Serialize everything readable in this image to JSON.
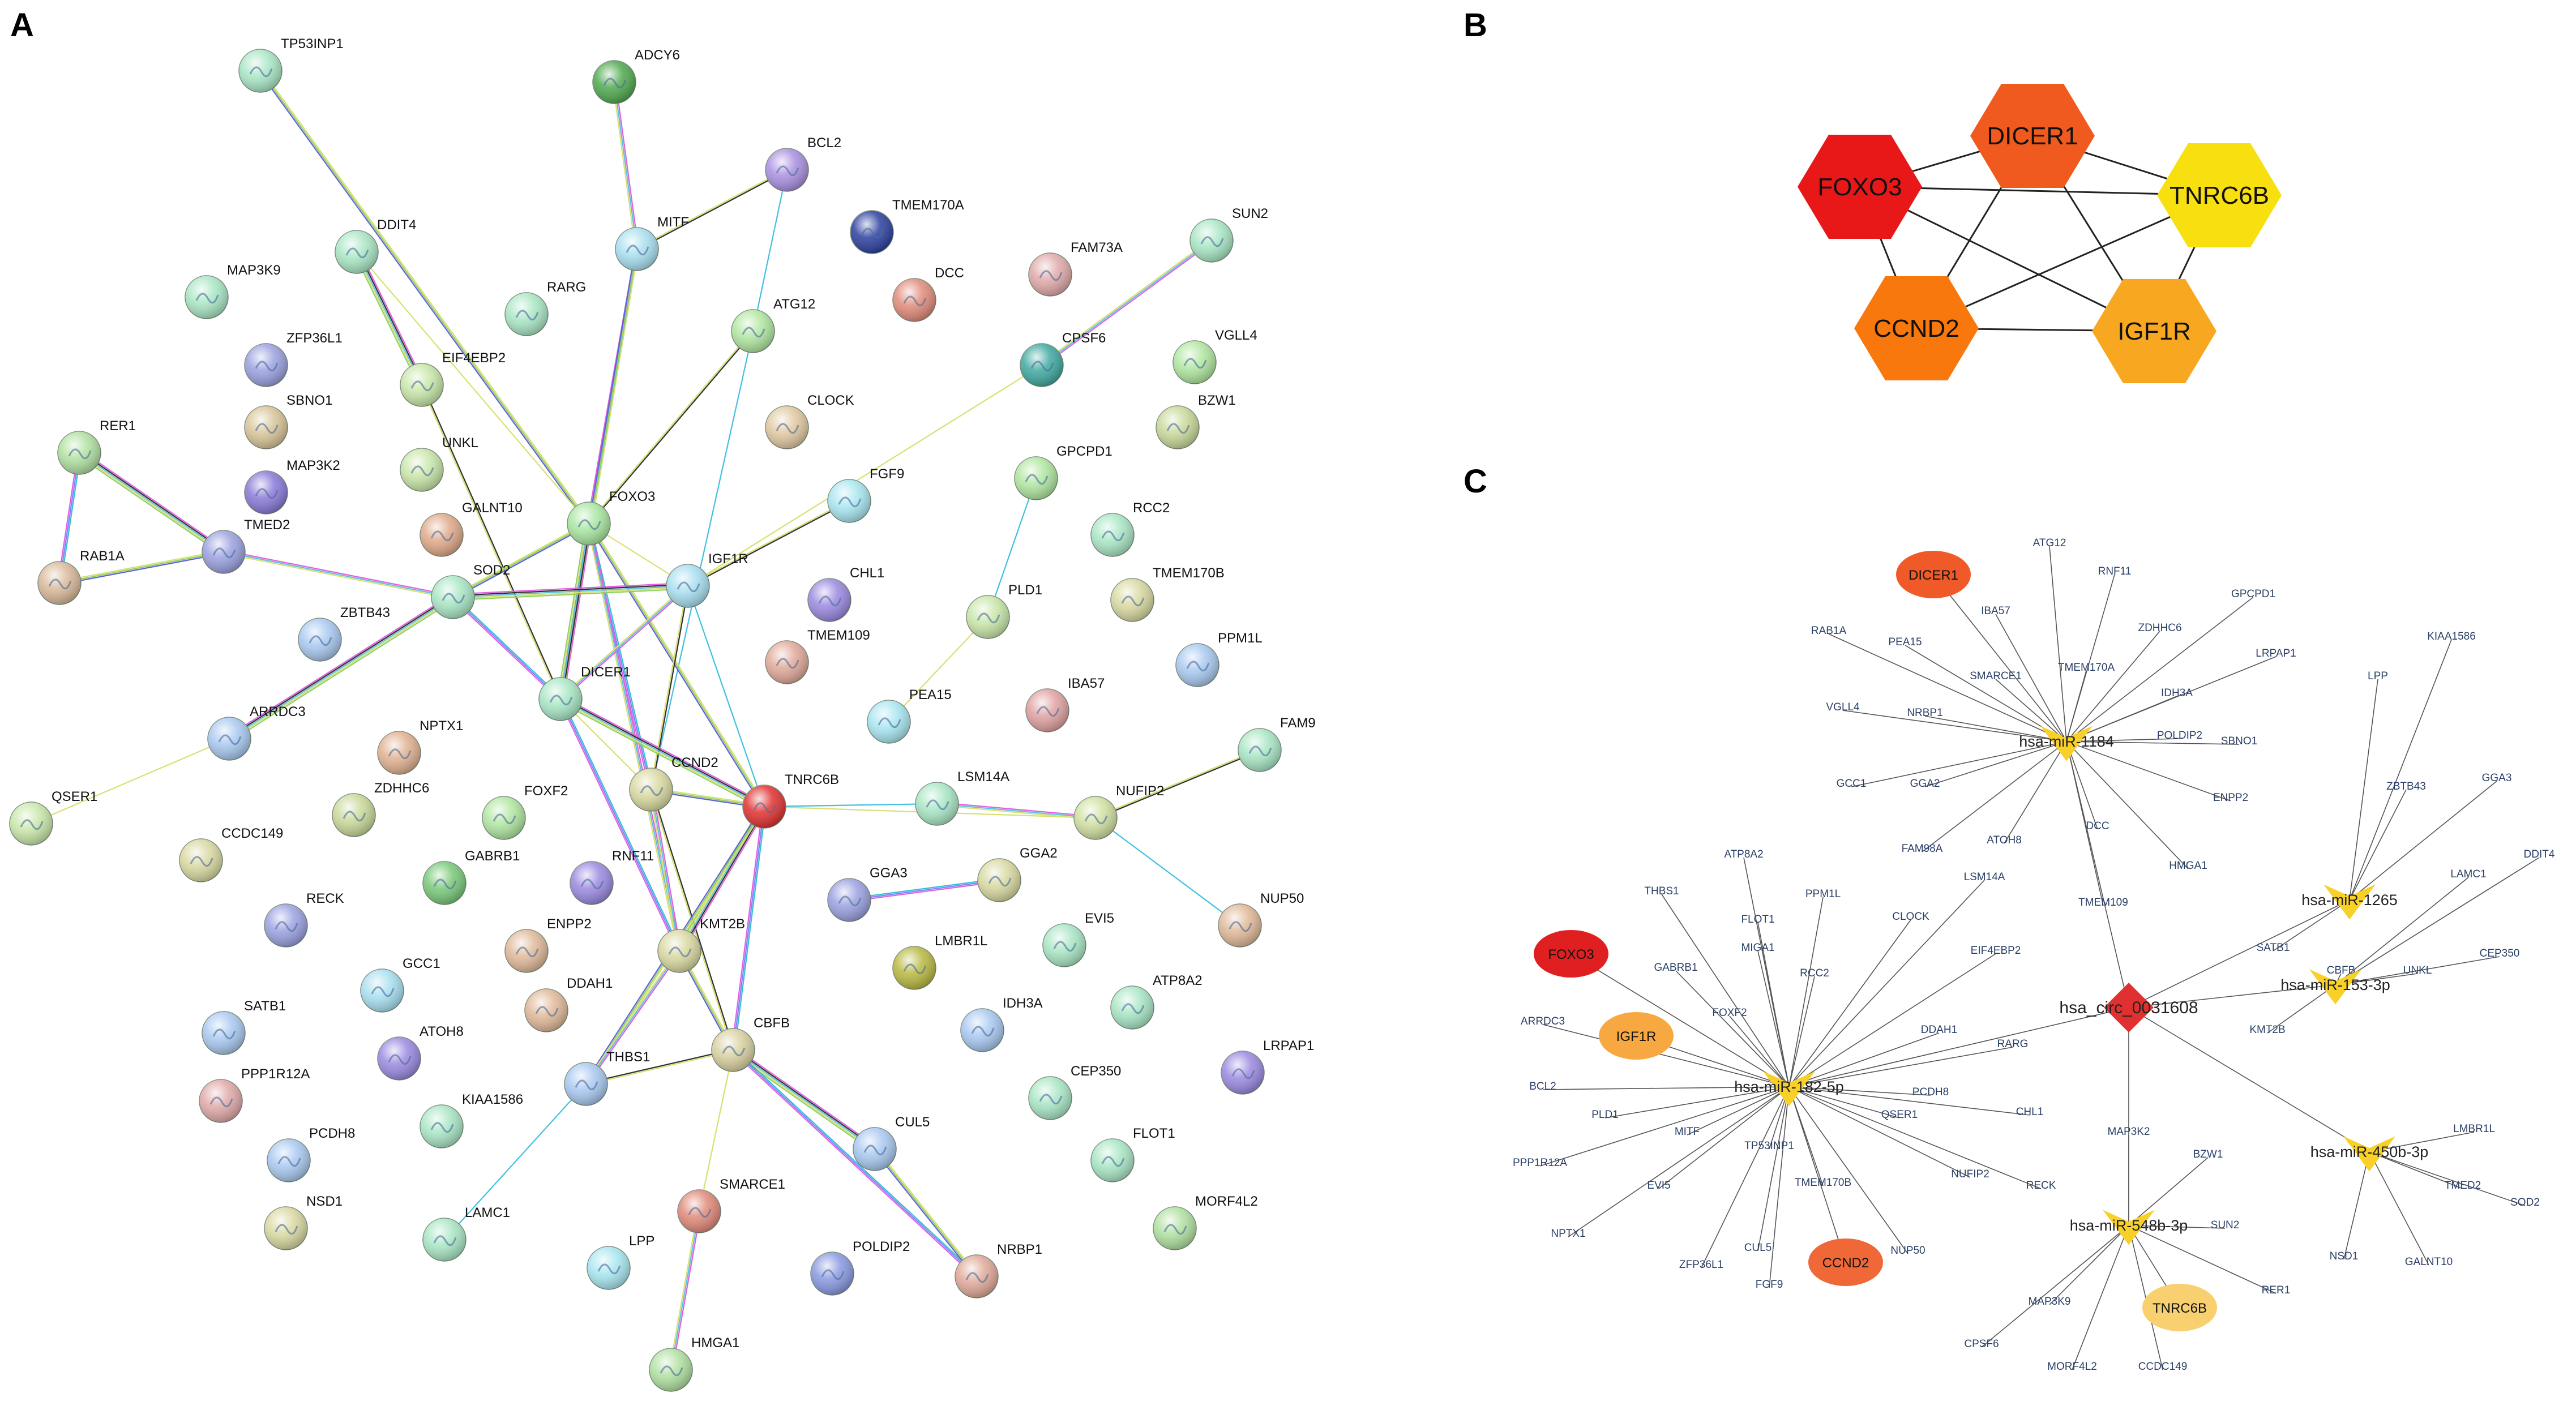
{
  "panels": {
    "a": {
      "letter": "A"
    },
    "b": {
      "letter": "B"
    },
    "c": {
      "letter": "C"
    }
  },
  "ppi_network": {
    "nodes": [
      {
        "id": "TP53INP1",
        "label": "TP53INP1",
        "color": "#a8e6c4"
      },
      {
        "id": "ADCY6",
        "label": "ADCY6",
        "color": "#4fa84f"
      },
      {
        "id": "BCL2",
        "label": "BCL2",
        "color": "#a98fe0"
      },
      {
        "id": "DDIT4",
        "label": "DDIT4",
        "color": "#a8e6c4"
      },
      {
        "id": "MITF",
        "label": "MITF",
        "color": "#a8dff0"
      },
      {
        "id": "TMEM170A",
        "label": "TMEM170A",
        "color": "#2b3f9e"
      },
      {
        "id": "SUN2",
        "label": "SUN2",
        "color": "#a8e6c4"
      },
      {
        "id": "MAP3K9",
        "label": "MAP3K9",
        "color": "#a8e6c4"
      },
      {
        "id": "RARG",
        "label": "RARG",
        "color": "#a8e6c4"
      },
      {
        "id": "DCC",
        "label": "DCC",
        "color": "#e08a7a"
      },
      {
        "id": "FAM73A",
        "label": "FAM73A",
        "color": "#e0a8a8"
      },
      {
        "id": "ZFP36L1",
        "label": "ZFP36L1",
        "color": "#9aa0e0"
      },
      {
        "id": "EIF4EBP2",
        "label": "EIF4EBP2",
        "color": "#c8e6a8"
      },
      {
        "id": "ATG12",
        "label": "ATG12",
        "color": "#b0e6a0"
      },
      {
        "id": "CPSF6",
        "label": "CPSF6",
        "color": "#3fa8a0"
      },
      {
        "id": "VGLL4",
        "label": "VGLL4",
        "color": "#b0e6a0"
      },
      {
        "id": "SBNO1",
        "label": "SBNO1",
        "color": "#d8c498"
      },
      {
        "id": "CLOCK",
        "label": "CLOCK",
        "color": "#e0c8a0"
      },
      {
        "id": "BZW1",
        "label": "BZW1",
        "color": "#c8d898"
      },
      {
        "id": "RER1",
        "label": "RER1",
        "color": "#b0e0a0"
      },
      {
        "id": "UNKL",
        "label": "UNKL",
        "color": "#c8e6a8"
      },
      {
        "id": "MAP3K2",
        "label": "MAP3K2",
        "color": "#8878d8"
      },
      {
        "id": "GPCPD1",
        "label": "GPCPD1",
        "color": "#b0e6a0"
      },
      {
        "id": "TMED2",
        "label": "TMED2",
        "color": "#9aa0e0"
      },
      {
        "id": "GALNT10",
        "label": "GALNT10",
        "color": "#e0a888"
      },
      {
        "id": "FOXO3",
        "label": "FOXO3",
        "color": "#a8e6a0"
      },
      {
        "id": "FGF9",
        "label": "FGF9",
        "color": "#a8e6f0"
      },
      {
        "id": "RCC2",
        "label": "RCC2",
        "color": "#a8e6c4"
      },
      {
        "id": "RAB1A",
        "label": "RAB1A",
        "color": "#d8b898"
      },
      {
        "id": "SOD2",
        "label": "SOD2",
        "color": "#a8e6c4"
      },
      {
        "id": "IGF1R",
        "label": "IGF1R",
        "color": "#a8dff0"
      },
      {
        "id": "CHL1",
        "label": "CHL1",
        "color": "#9a88e0"
      },
      {
        "id": "PLD1",
        "label": "PLD1",
        "color": "#c8e6a8"
      },
      {
        "id": "TMEM170B",
        "label": "TMEM170B",
        "color": "#d8d8a0"
      },
      {
        "id": "ZBTB43",
        "label": "ZBTB43",
        "color": "#a8c8f0"
      },
      {
        "id": "TMEM109",
        "label": "TMEM109",
        "color": "#e0a898"
      },
      {
        "id": "PPM1L",
        "label": "PPM1L",
        "color": "#a8c8f0"
      },
      {
        "id": "DICER1",
        "label": "DICER1",
        "color": "#a8e6c4"
      },
      {
        "id": "IBA57",
        "label": "IBA57",
        "color": "#e0a0a0"
      },
      {
        "id": "PEA15",
        "label": "PEA15",
        "color": "#a8e6f0"
      },
      {
        "id": "ARRDC3",
        "label": "ARRDC3",
        "color": "#a8c8f0"
      },
      {
        "id": "NPTX1",
        "label": "NPTX1",
        "color": "#e0b090"
      },
      {
        "id": "FAM9",
        "label": "FAM9",
        "color": "#a8e6c4"
      },
      {
        "id": "CCND2",
        "label": "CCND2",
        "color": "#d8d8a0"
      },
      {
        "id": "TNRC6B",
        "label": "TNRC6B",
        "color": "#e03030"
      },
      {
        "id": "LSM14A",
        "label": "LSM14A",
        "color": "#a8e6c4"
      },
      {
        "id": "NUFIP2",
        "label": "NUFIP2",
        "color": "#d0e0a0"
      },
      {
        "id": "QSER1",
        "label": "QSER1",
        "color": "#c8e6a8"
      },
      {
        "id": "FOXF2",
        "label": "FOXF2",
        "color": "#b0e6a0"
      },
      {
        "id": "ZDHHC6",
        "label": "ZDHHC6",
        "color": "#c8d898"
      },
      {
        "id": "CCDC149",
        "label": "CCDC149",
        "color": "#d8d8a0"
      },
      {
        "id": "GABRB1",
        "label": "GABRB1",
        "color": "#78c878"
      },
      {
        "id": "RNF11",
        "label": "RNF11",
        "color": "#9a88e0"
      },
      {
        "id": "GGA3",
        "label": "GGA3",
        "color": "#9aa0e0"
      },
      {
        "id": "GGA2",
        "label": "GGA2",
        "color": "#d8d8a0"
      },
      {
        "id": "NUP50",
        "label": "NUP50",
        "color": "#e0b898"
      },
      {
        "id": "RECK",
        "label": "RECK",
        "color": "#9aa0e0"
      },
      {
        "id": "ENPP2",
        "label": "ENPP2",
        "color": "#e0b898"
      },
      {
        "id": "KMT2B",
        "label": "KMT2B",
        "color": "#d8d8a0"
      },
      {
        "id": "LMBR1L",
        "label": "LMBR1L",
        "color": "#b8b840"
      },
      {
        "id": "EVI5",
        "label": "EVI5",
        "color": "#a8e6c4"
      },
      {
        "id": "GCC1",
        "label": "GCC1",
        "color": "#a8dff0"
      },
      {
        "id": "DDAH1",
        "label": "DDAH1",
        "color": "#e0b898"
      },
      {
        "id": "IDH3A",
        "label": "IDH3A",
        "color": "#a8c8f0"
      },
      {
        "id": "ATP8A2",
        "label": "ATP8A2",
        "color": "#a8e6c4"
      },
      {
        "id": "SATB1",
        "label": "SATB1",
        "color": "#a8c8f0"
      },
      {
        "id": "ATOH8",
        "label": "ATOH8",
        "color": "#9a88e0"
      },
      {
        "id": "CBFB",
        "label": "CBFB",
        "color": "#d8d0a0"
      },
      {
        "id": "LRPAP1",
        "label": "LRPAP1",
        "color": "#9a88e0"
      },
      {
        "id": "PPP1R12A",
        "label": "PPP1R12A",
        "color": "#e0a8a8"
      },
      {
        "id": "THBS1",
        "label": "THBS1",
        "color": "#a8c8f0"
      },
      {
        "id": "CEP350",
        "label": "CEP350",
        "color": "#a8e6c4"
      },
      {
        "id": "KIAA1586",
        "label": "KIAA1586",
        "color": "#a8e6c4"
      },
      {
        "id": "SMARCE1",
        "label": "SMARCE1",
        "color": "#e08878"
      },
      {
        "id": "CUL5",
        "label": "CUL5",
        "color": "#a8c8f0"
      },
      {
        "id": "PCDH8",
        "label": "PCDH8",
        "color": "#a8c8f0"
      },
      {
        "id": "FLOT1",
        "label": "FLOT1",
        "color": "#a8e6c4"
      },
      {
        "id": "NSD1",
        "label": "NSD1",
        "color": "#d8d8a0"
      },
      {
        "id": "LAMC1",
        "label": "LAMC1",
        "color": "#a8e6c4"
      },
      {
        "id": "MORF4L2",
        "label": "MORF4L2",
        "color": "#b0e0a0"
      },
      {
        "id": "LPP",
        "label": "LPP",
        "color": "#a8e6f0"
      },
      {
        "id": "POLDIP2",
        "label": "POLDIP2",
        "color": "#8898e0"
      },
      {
        "id": "NRBP1",
        "label": "NRBP1",
        "color": "#e0a898"
      },
      {
        "id": "HMGA1",
        "label": "HMGA1",
        "color": "#b0e0a0"
      }
    ],
    "edges": [
      [
        "TP53INP1",
        "FOXO3"
      ],
      [
        "ADCY6",
        "MITF"
      ],
      [
        "BCL2",
        "MITF"
      ],
      [
        "BCL2",
        "ATG12"
      ],
      [
        "DDIT4",
        "FOXO3"
      ],
      [
        "DDIT4",
        "EIF4EBP2"
      ],
      [
        "MITF",
        "FOXO3"
      ],
      [
        "MITF",
        "DICER1"
      ],
      [
        "SUN2",
        "CPSF6"
      ],
      [
        "ATG12",
        "FOXO3"
      ],
      [
        "ATG12",
        "CCND2"
      ],
      [
        "CPSF6",
        "IGF1R"
      ],
      [
        "RER1",
        "TMED2"
      ],
      [
        "RER1",
        "RAB1A"
      ],
      [
        "RAB1A",
        "TMED2"
      ],
      [
        "TMED2",
        "SOD2"
      ],
      [
        "EIF4EBP2",
        "DICER1"
      ],
      [
        "FOXO3",
        "SOD2"
      ],
      [
        "FOXO3",
        "IGF1R"
      ],
      [
        "FOXO3",
        "DICER1"
      ],
      [
        "FOXO3",
        "CCND2"
      ],
      [
        "FOXO3",
        "TNRC6B"
      ],
      [
        "FOXO3",
        "KMT2B"
      ],
      [
        "FGF9",
        "IGF1R"
      ],
      [
        "GPCPD1",
        "PLD1"
      ],
      [
        "PLD1",
        "PEA15"
      ],
      [
        "SOD2",
        "IGF1R"
      ],
      [
        "SOD2",
        "DICER1"
      ],
      [
        "SOD2",
        "FOXO3"
      ],
      [
        "IGF1R",
        "DICER1"
      ],
      [
        "IGF1R",
        "CCND2"
      ],
      [
        "IGF1R",
        "TNRC6B"
      ],
      [
        "DICER1",
        "CCND2"
      ],
      [
        "DICER1",
        "TNRC6B"
      ],
      [
        "DICER1",
        "KMT2B"
      ],
      [
        "CCND2",
        "TNRC6B"
      ],
      [
        "CCND2",
        "KMT2B"
      ],
      [
        "CCND2",
        "CBFB"
      ],
      [
        "TNRC6B",
        "LSM14A"
      ],
      [
        "TNRC6B",
        "NUFIP2"
      ],
      [
        "TNRC6B",
        "KMT2B"
      ],
      [
        "TNRC6B",
        "CBFB"
      ],
      [
        "TNRC6B",
        "THBS1"
      ],
      [
        "LSM14A",
        "NUFIP2"
      ],
      [
        "FAM9",
        "NUFIP2"
      ],
      [
        "NUFIP2",
        "NUP50"
      ],
      [
        "ARRDC3",
        "QSER1"
      ],
      [
        "ARRDC3",
        "SOD2"
      ],
      [
        "GGA3",
        "GGA2"
      ],
      [
        "KMT2B",
        "CBFB"
      ],
      [
        "KMT2B",
        "THBS1"
      ],
      [
        "THBS1",
        "CBFB"
      ],
      [
        "THBS1",
        "LAMC1"
      ],
      [
        "CBFB",
        "SMARCE1"
      ],
      [
        "CBFB",
        "CUL5"
      ],
      [
        "CBFB",
        "NRBP1"
      ],
      [
        "CUL5",
        "NRBP1"
      ],
      [
        "SMARCE1",
        "HMGA1"
      ]
    ]
  },
  "hub_network": {
    "nodes": [
      {
        "id": "DICER1",
        "label": "DICER1",
        "color": "#f05a1e"
      },
      {
        "id": "TNRC6B",
        "label": "TNRC6B",
        "color": "#f8e010"
      },
      {
        "id": "IGF1R",
        "label": "IGF1R",
        "color": "#f8a820"
      },
      {
        "id": "CCND2",
        "label": "CCND2",
        "color": "#f8780e"
      },
      {
        "id": "FOXO3",
        "label": "FOXO3",
        "color": "#e81818"
      }
    ],
    "edges": [
      [
        "DICER1",
        "TNRC6B"
      ],
      [
        "DICER1",
        "IGF1R"
      ],
      [
        "DICER1",
        "CCND2"
      ],
      [
        "DICER1",
        "FOXO3"
      ],
      [
        "TNRC6B",
        "IGF1R"
      ],
      [
        "TNRC6B",
        "CCND2"
      ],
      [
        "TNRC6B",
        "FOXO3"
      ],
      [
        "IGF1R",
        "CCND2"
      ],
      [
        "IGF1R",
        "FOXO3"
      ],
      [
        "CCND2",
        "FOXO3"
      ]
    ]
  },
  "cerna_network": {
    "circ": {
      "id": "circ",
      "label": "hsa_circ_0031608",
      "color": "#e03030"
    },
    "mirnas": [
      {
        "id": "m1184",
        "label": "hsa-miR-1184"
      },
      {
        "id": "m1265",
        "label": "hsa-miR-1265"
      },
      {
        "id": "m153",
        "label": "hsa-miR-153-3p"
      },
      {
        "id": "m182",
        "label": "hsa-miR-182-5p"
      },
      {
        "id": "m450b",
        "label": "hsa-miR-450b-3p"
      },
      {
        "id": "m548b",
        "label": "hsa-miR-548b-3p"
      }
    ],
    "hub_genes": [
      {
        "id": "DICER1",
        "label": "DICER1",
        "color": "#f05a28"
      },
      {
        "id": "FOXO3",
        "label": "FOXO3",
        "color": "#e02020"
      },
      {
        "id": "IGF1R",
        "label": "IGF1R",
        "color": "#f8a840"
      },
      {
        "id": "CCND2",
        "label": "CCND2",
        "color": "#f06838"
      },
      {
        "id": "TNRC6B",
        "label": "TNRC6B",
        "color": "#f8d070"
      }
    ],
    "genes": [
      "ATG12",
      "RNF11",
      "GPCPD1",
      "ZDHHC6",
      "LRPAP1",
      "RAB1A",
      "IBA57",
      "PEA15",
      "SMARCE1",
      "TMEM170A",
      "IDH3A",
      "VGLL4",
      "NRBP1",
      "POLDIP2",
      "SBNO1",
      "GCC1",
      "GGA2",
      "ENPP2",
      "FAM98A",
      "ATOH8",
      "DCC",
      "HMGA1",
      "KIAA1586",
      "LPP",
      "GGA3",
      "ZBTB43",
      "DDIT4",
      "LAMC1",
      "CEP350",
      "UNKL",
      "CBFB",
      "ATP8A2",
      "THBS1",
      "PPM1L",
      "FLOT1",
      "MIGA1",
      "RCC2",
      "CLOCK",
      "LSM14A",
      "TMEM109",
      "EIF4EBP2",
      "SATB1",
      "GABRB1",
      "FOXF2",
      "ARRDC3",
      "DDAH1",
      "RARG",
      "KMT2B",
      "BCL2",
      "PCDH8",
      "CHL1",
      "PLD1",
      "MITF",
      "QSER1",
      "TP53INP1",
      "PPP1R12A",
      "EVI5",
      "TMEM170B",
      "NUFIP2",
      "RECK",
      "MAP3K2",
      "LMBR1L",
      "TMED2",
      "SOD2",
      "NSD1",
      "GALNT10",
      "BZW1",
      "SUN2",
      "RER1",
      "NPTX1",
      "ZFP36L1",
      "CUL5",
      "FGF9",
      "NUP50",
      "MAP3K9",
      "CPSF6",
      "MORF4L2",
      "CCDC149"
    ]
  }
}
